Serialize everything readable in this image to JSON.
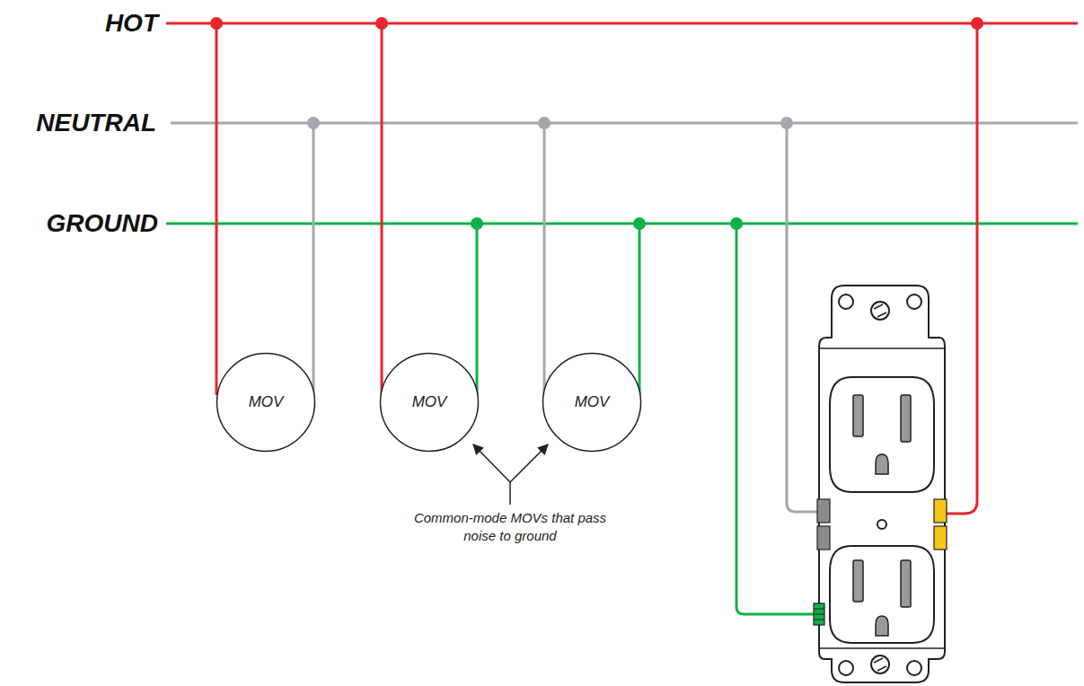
{
  "diagram": {
    "nodes": [
      {
        "text": [
          "MOV"
        ]
      },
      {
        "text": [
          "MOV"
        ]
      },
      {
        "text": [
          "MOV"
        ]
      }
    ],
    "labels": [
      "HOT",
      "NEUTRAL",
      "GROUND",
      "Common-mode MOVs that pass noise to ground"
    ]
  }
}
